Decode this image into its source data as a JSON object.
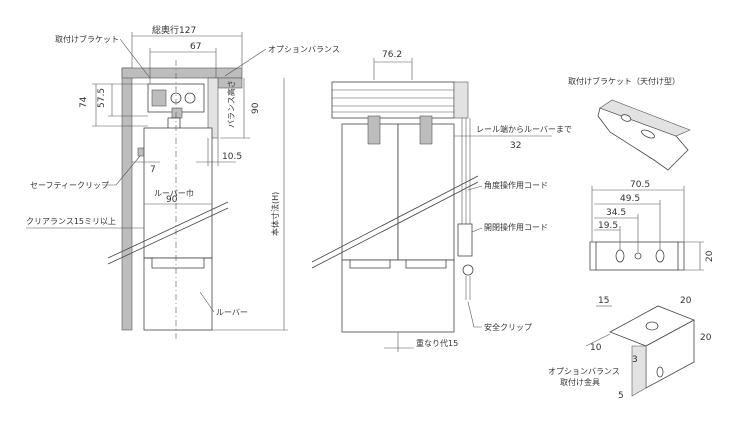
{
  "labels": {
    "bracket": "取付けブラケット",
    "depth": "総奥行127",
    "option_valance": "オプションバランス",
    "valance_height": "バランス高さ",
    "safety_clip_left": "セーフティークリップ",
    "louver_width": "ルーバー巾",
    "clearance": "クリアランス15ミリ以上",
    "body_height": "本体寸法(H)",
    "louver": "ルーバー",
    "rail_end": "レール端からルーバーまで",
    "angle_cord": "角度操作用コード",
    "open_cord": "開閉操作用コード",
    "safety_clip": "安全クリップ",
    "overlap": "重なり代15",
    "ceiling_bracket": "取付けブラケット（天付け型）",
    "valance_hardware_1": "オプションバランス",
    "valance_hardware_2": "取付け金具"
  },
  "dims": {
    "d67": "67",
    "d74": "74",
    "d575": "57.5",
    "d90v": "90",
    "d105": "10.5",
    "d7": "7",
    "d90h": "90",
    "d762": "76.2",
    "d32": "32",
    "d705": "70.5",
    "d495": "49.5",
    "d345": "34.5",
    "d195": "19.5",
    "d20r": "20",
    "d15": "15",
    "d20a": "20",
    "d20b": "20",
    "d10": "10",
    "d3": "3",
    "d5": "5"
  }
}
